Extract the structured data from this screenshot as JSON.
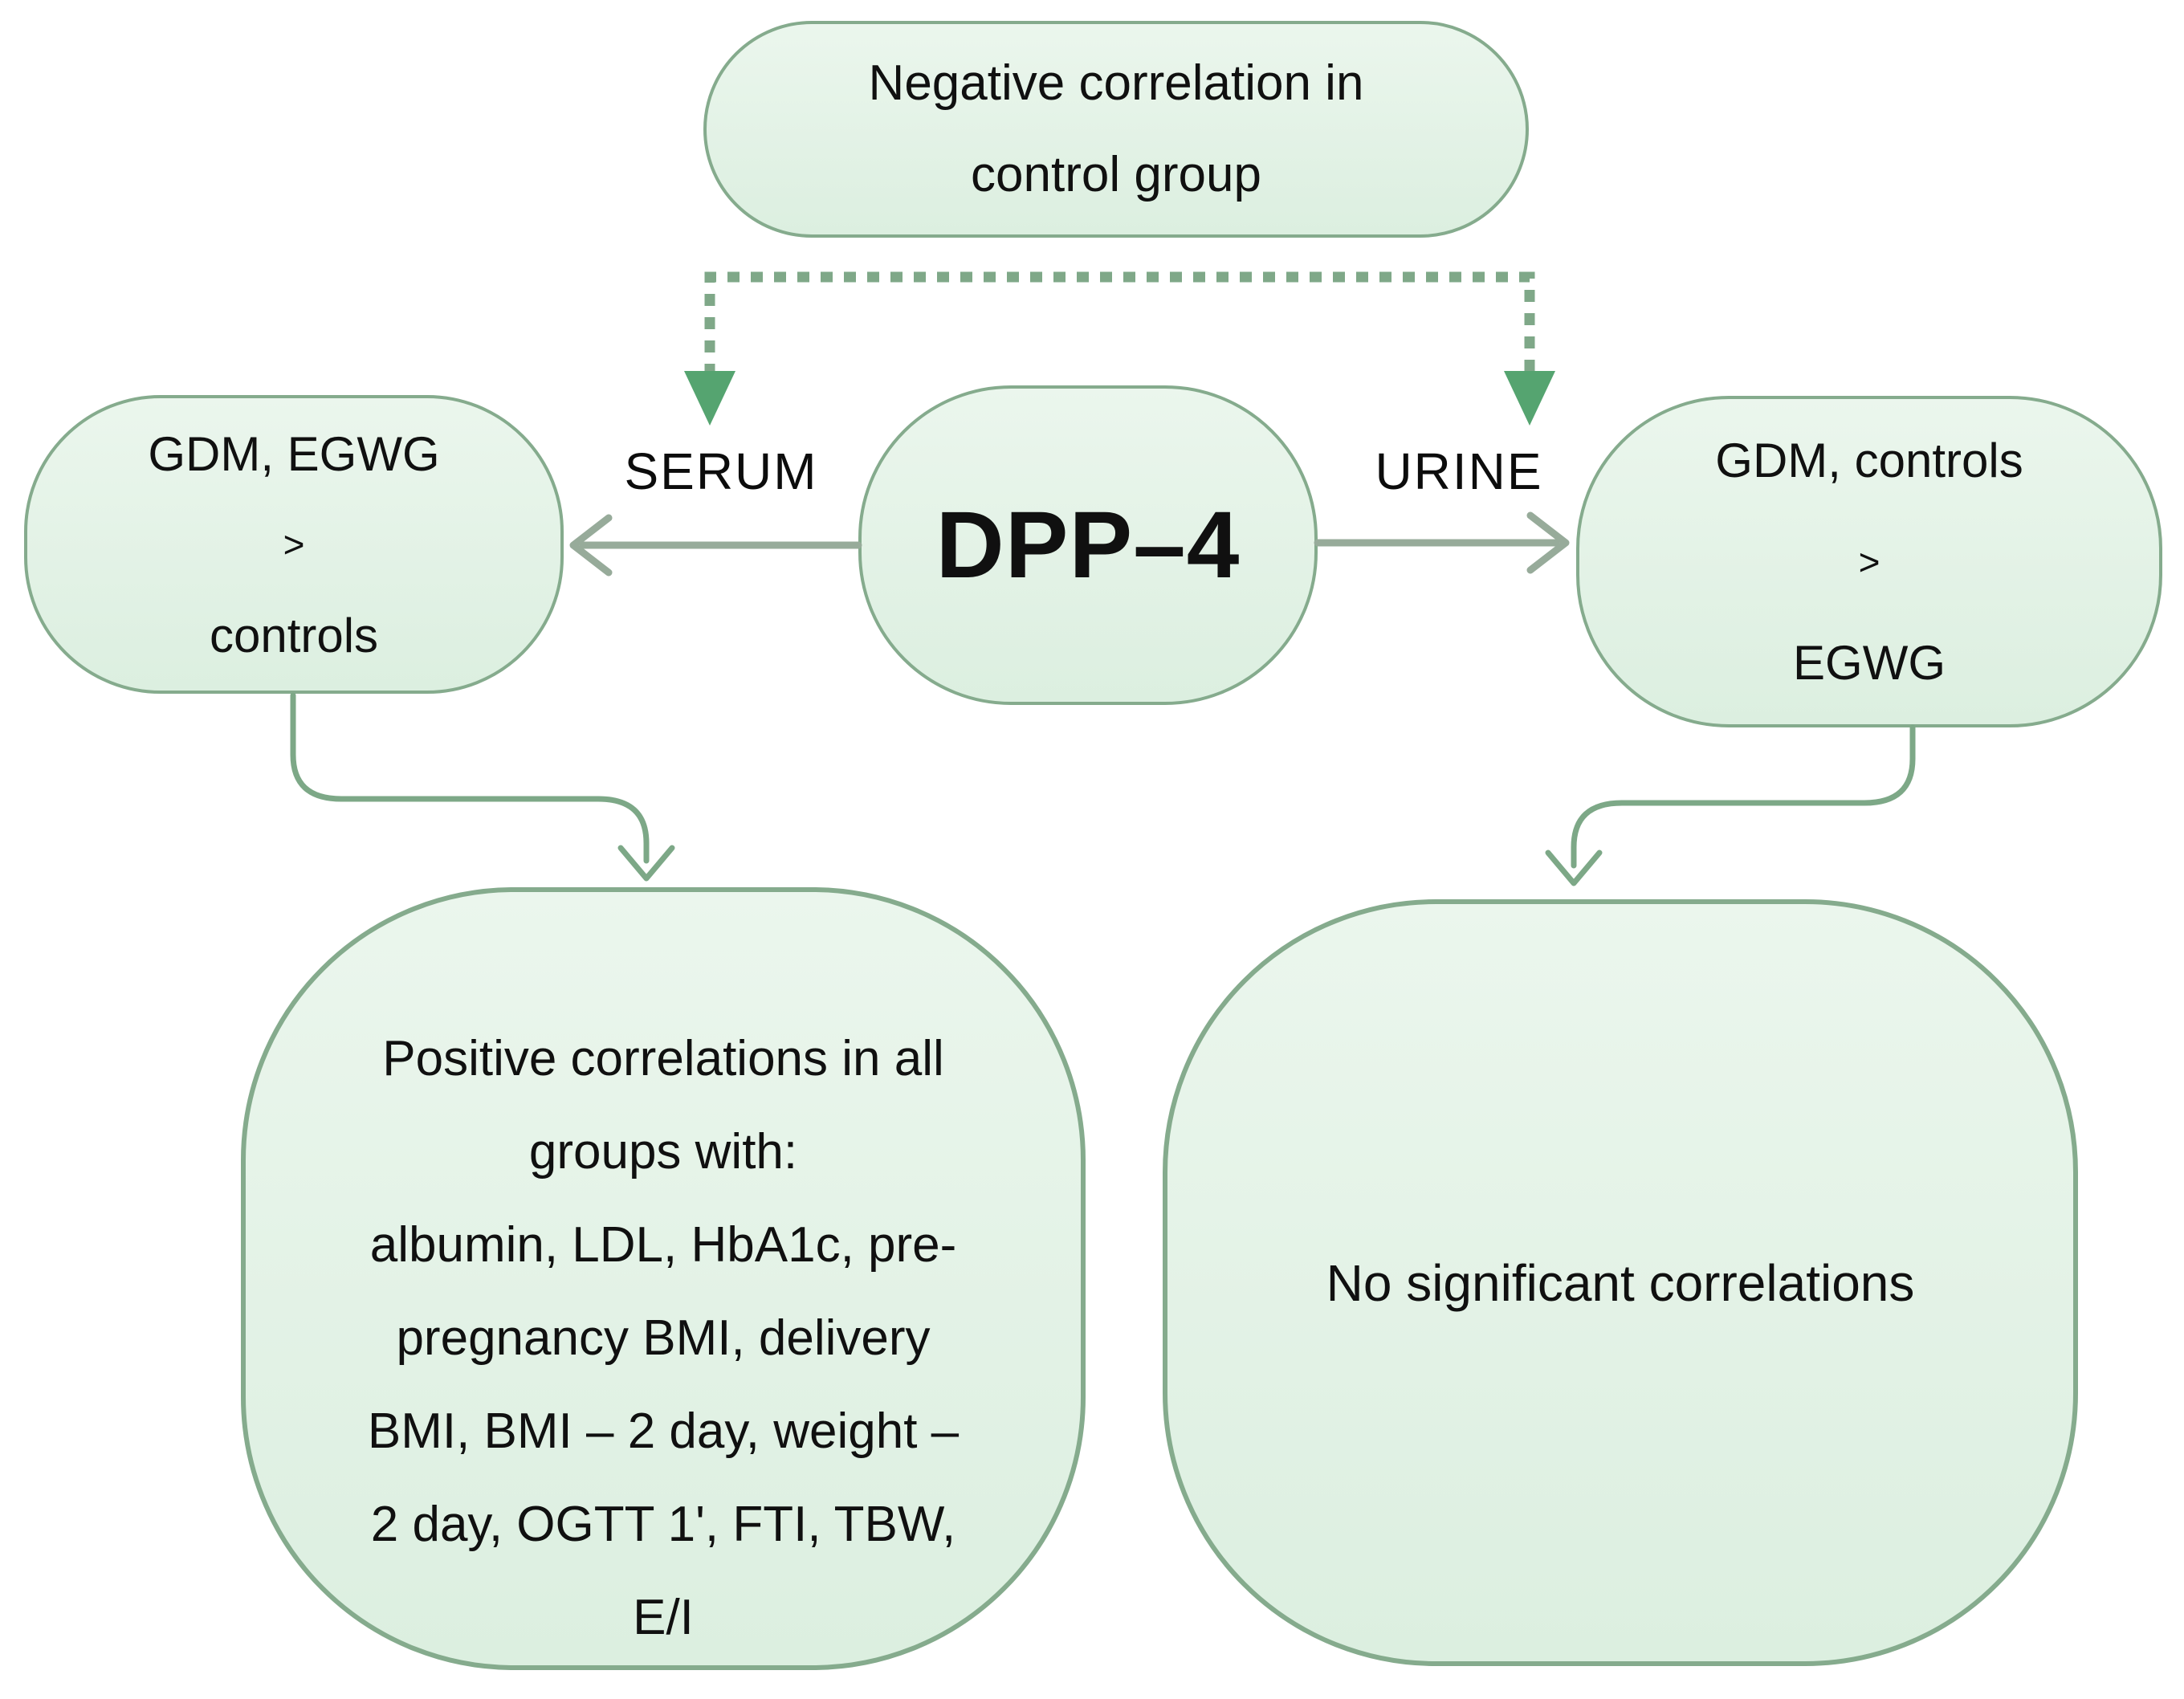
{
  "diagram": {
    "top_box": {
      "lines": [
        "Negative correlation in",
        "control group"
      ]
    },
    "left_box": {
      "lines": [
        "GDM, EGWG",
        ">",
        "controls"
      ]
    },
    "center_box": {
      "label": "DPP–4"
    },
    "serum_label": "SERUM",
    "urine_label": "URINE",
    "right_box": {
      "lines": [
        "GDM, controls",
        ">",
        "EGWG"
      ]
    },
    "bottom_left_box": {
      "lines": [
        "Positive correlations in all",
        "groups with:",
        "albumin, LDL, HbA1c, pre-",
        "pregnancy BMI, delivery",
        "BMI, BMI – 2 day, weight –",
        "2 day, OGTT 1', FTI, TBW,",
        "E/I"
      ]
    },
    "bottom_right_box": {
      "text": "No significant correlations"
    },
    "colors": {
      "box_fill_top": "#ebf6ed",
      "box_fill_bottom": "#dcefe0",
      "box_border": "#85ab8d",
      "text": "#101010",
      "arrow": "#97ab9a",
      "elbow": "#7da887",
      "dotted": "#7fa888",
      "dotted_arrowhead": "#55a470",
      "background": "#ffffff"
    }
  }
}
